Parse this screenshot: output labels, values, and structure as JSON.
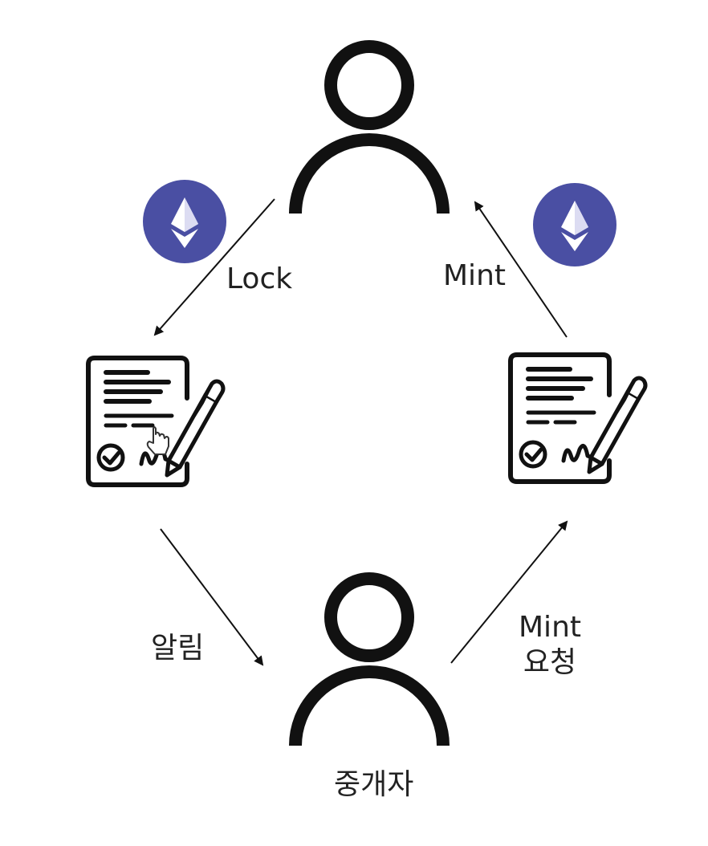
{
  "edges": {
    "lock": "Lock",
    "mint": "Mint",
    "notify": "알림",
    "mint_request": [
      "Mint",
      "요청"
    ]
  },
  "nodes": {
    "relayer": "중개자"
  },
  "icons": {
    "user_top": "user-icon",
    "user_bottom": "user-icon",
    "contract_left": "signed-contract-icon",
    "contract_right": "signed-contract-icon",
    "token_left": "ethereum-icon",
    "token_right": "ethereum-icon",
    "cursor": "hand-cursor-icon"
  },
  "colors": {
    "ink": "#111111",
    "text": "#222222",
    "eth_circle": "#4a4fa3",
    "eth_glyph": "#ffffff"
  }
}
